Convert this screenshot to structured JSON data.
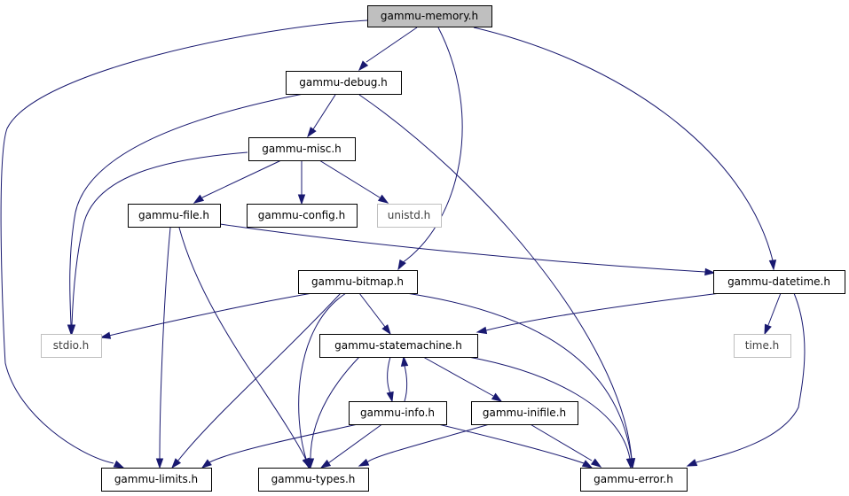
{
  "diagram": {
    "type": "include-dependency-graph",
    "colors": {
      "edge": "#191970",
      "root_fill": "#bfbfbf",
      "node_border": "#000000",
      "external_border": "#bfbfbf",
      "external_text": "#404040",
      "text": "#000000"
    },
    "nodes": [
      {
        "id": "memory",
        "label": "gammu-memory.h",
        "kind": "root"
      },
      {
        "id": "debug",
        "label": "gammu-debug.h",
        "kind": "header"
      },
      {
        "id": "misc",
        "label": "gammu-misc.h",
        "kind": "header"
      },
      {
        "id": "file",
        "label": "gammu-file.h",
        "kind": "header"
      },
      {
        "id": "config",
        "label": "gammu-config.h",
        "kind": "header"
      },
      {
        "id": "unistd",
        "label": "unistd.h",
        "kind": "external"
      },
      {
        "id": "bitmap",
        "label": "gammu-bitmap.h",
        "kind": "header"
      },
      {
        "id": "datetime",
        "label": "gammu-datetime.h",
        "kind": "header"
      },
      {
        "id": "stdio",
        "label": "stdio.h",
        "kind": "external"
      },
      {
        "id": "statemachine",
        "label": "gammu-statemachine.h",
        "kind": "header"
      },
      {
        "id": "time",
        "label": "time.h",
        "kind": "external"
      },
      {
        "id": "info",
        "label": "gammu-info.h",
        "kind": "header"
      },
      {
        "id": "inifile",
        "label": "gammu-inifile.h",
        "kind": "header"
      },
      {
        "id": "limits",
        "label": "gammu-limits.h",
        "kind": "header"
      },
      {
        "id": "types",
        "label": "gammu-types.h",
        "kind": "header"
      },
      {
        "id": "error",
        "label": "gammu-error.h",
        "kind": "header"
      }
    ],
    "edges": [
      {
        "from": "memory",
        "to": "debug"
      },
      {
        "from": "memory",
        "to": "bitmap"
      },
      {
        "from": "memory",
        "to": "datetime"
      },
      {
        "from": "memory",
        "to": "limits"
      },
      {
        "from": "debug",
        "to": "misc"
      },
      {
        "from": "debug",
        "to": "stdio"
      },
      {
        "from": "debug",
        "to": "error"
      },
      {
        "from": "misc",
        "to": "file"
      },
      {
        "from": "misc",
        "to": "config"
      },
      {
        "from": "misc",
        "to": "unistd"
      },
      {
        "from": "misc",
        "to": "stdio"
      },
      {
        "from": "file",
        "to": "datetime"
      },
      {
        "from": "file",
        "to": "limits"
      },
      {
        "from": "file",
        "to": "types"
      },
      {
        "from": "bitmap",
        "to": "stdio"
      },
      {
        "from": "bitmap",
        "to": "statemachine"
      },
      {
        "from": "bitmap",
        "to": "limits"
      },
      {
        "from": "bitmap",
        "to": "types"
      },
      {
        "from": "bitmap",
        "to": "error"
      },
      {
        "from": "datetime",
        "to": "statemachine"
      },
      {
        "from": "datetime",
        "to": "time"
      },
      {
        "from": "datetime",
        "to": "error"
      },
      {
        "from": "statemachine",
        "to": "info"
      },
      {
        "from": "statemachine",
        "to": "inifile"
      },
      {
        "from": "statemachine",
        "to": "types"
      },
      {
        "from": "statemachine",
        "to": "error"
      },
      {
        "from": "info",
        "to": "statemachine"
      },
      {
        "from": "info",
        "to": "limits"
      },
      {
        "from": "info",
        "to": "types"
      },
      {
        "from": "info",
        "to": "error"
      },
      {
        "from": "inifile",
        "to": "types"
      },
      {
        "from": "inifile",
        "to": "error"
      }
    ]
  }
}
